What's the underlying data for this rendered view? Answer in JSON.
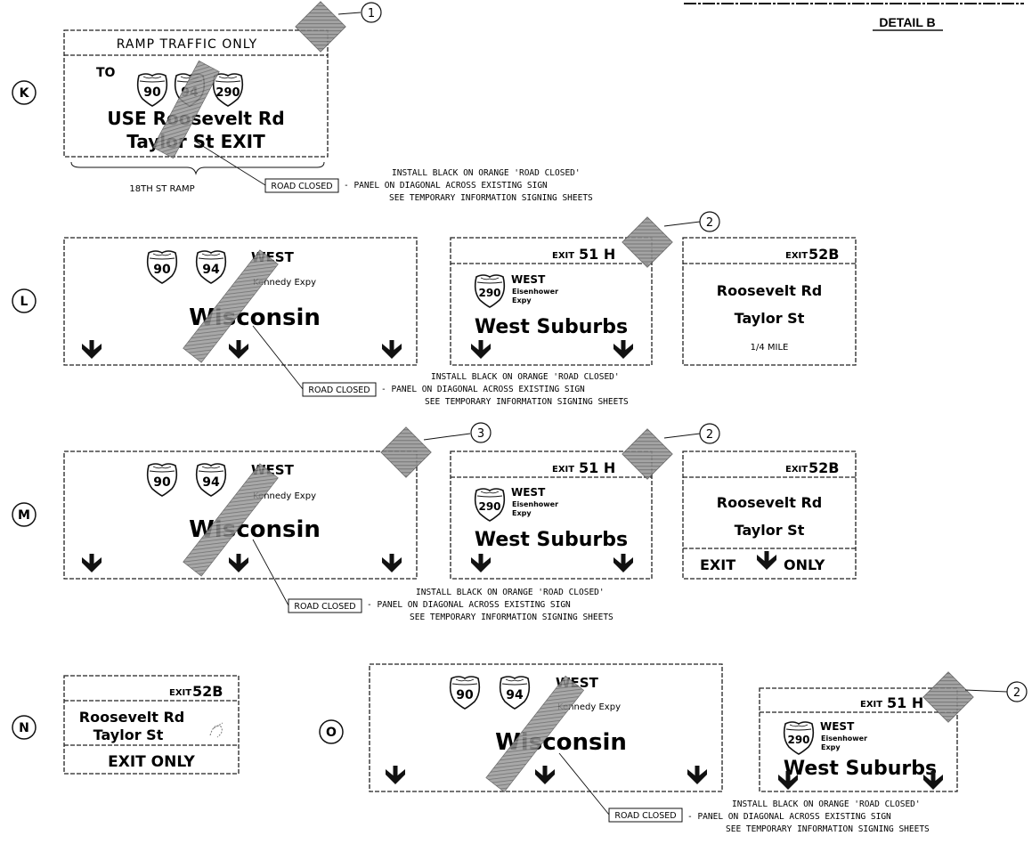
{
  "header": {
    "detail_title": "DETAIL B"
  },
  "road_closed_label": "ROAD CLOSED",
  "install_note": {
    "line1": "INSTALL BLACK ON ORANGE 'ROAD CLOSED'",
    "line2": "- PANEL ON DIAGONAL ACROSS EXISTING SIGN",
    "line3": "SEE TEMPORARY INFORMATION SIGNING SHEETS"
  },
  "rows": [
    {
      "id": "K"
    },
    {
      "id": "L"
    },
    {
      "id": "M"
    },
    {
      "id": "N"
    },
    {
      "id": "O"
    }
  ],
  "callouts": [
    "1",
    "2",
    "3"
  ],
  "interstates": [
    "90",
    "94",
    "290"
  ],
  "sign_k": {
    "header": "RAMP TRAFFIC ONLY",
    "to": "TO",
    "line1": "USE Roosevelt Rd",
    "line2": "Taylor St EXIT",
    "ramp_label": "18TH ST RAMP"
  },
  "sign_kennedy": {
    "direction": "WEST",
    "sub": "Kennedy Expy",
    "destination": "Wisconsin"
  },
  "sign_ike": {
    "exit_label": "EXIT",
    "exit_number": "51 H",
    "direction": "WEST",
    "sub1": "Eisenhower",
    "sub2": "Expy",
    "destination": "West Suburbs"
  },
  "sign_52b": {
    "exit_label": "EXIT",
    "exit_number": "52B",
    "line1": "Roosevelt Rd",
    "line2": "Taylor St",
    "distance": "1/4 MILE",
    "exit_only_a": "EXIT",
    "exit_only_b": "ONLY",
    "exit_only_full": "EXIT ONLY"
  }
}
